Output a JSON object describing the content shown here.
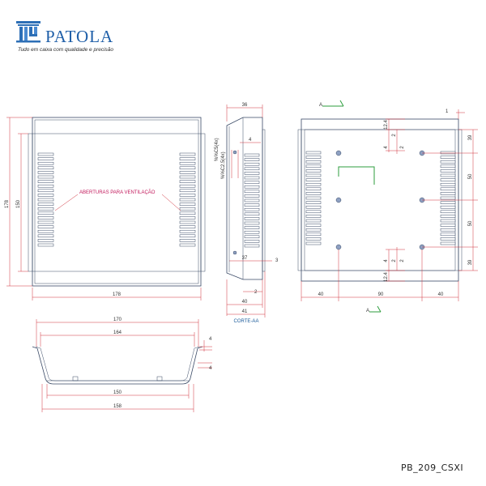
{
  "brand": {
    "name": "PATOLA",
    "tagline": "Tudo em caixa com qualidade e precisão"
  },
  "product_code": "PB_209_CSXI",
  "annotations": {
    "ventilation": "ABERTURAS PARA VENTILAÇÃO",
    "section": "CORTE-AA",
    "section_mark_top": "A",
    "section_mark_bottom": "A",
    "rotated_1": "%%C5(4x)",
    "rotated_2": "%%C2.5(4x)"
  },
  "dims": {
    "front_width": "178",
    "front_height": "178",
    "front_inner_height": "150",
    "side_top": "36",
    "side_4": "4",
    "side_37": "37",
    "side_3": "3",
    "side_2": "2",
    "side_40": "40",
    "side_41": "41",
    "rear_1": "1",
    "rear_12a": "12.4",
    "rear_4a": "4",
    "rear_2a": "2",
    "rear_2b": "2",
    "rear_4b": "4",
    "rear_2c": "2",
    "rear_2d": "2",
    "rear_12b": "12.4",
    "rear_39a": "39",
    "rear_50a": "50",
    "rear_50b": "50",
    "rear_39b": "39",
    "rear_40a": "40",
    "rear_90": "90",
    "rear_40b": "40",
    "bottom_170": "170",
    "bottom_164": "164",
    "bottom_4": "4",
    "bottom_150": "150",
    "bottom_158": "158",
    "bottom_small": "4"
  }
}
